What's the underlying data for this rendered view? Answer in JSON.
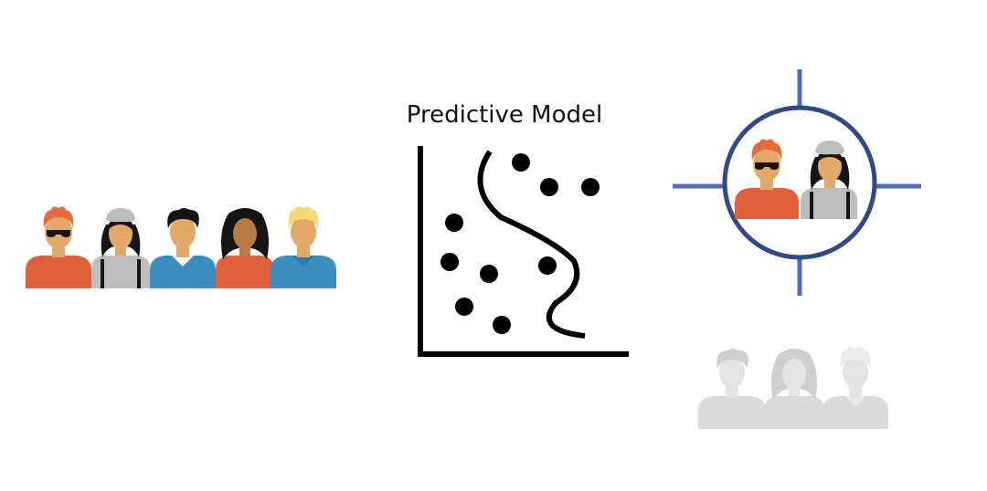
{
  "model": {
    "title": "Predictive Model"
  },
  "colors": {
    "target_ring": "#2f4a8a",
    "crosshair": "#4a6fb8",
    "skin": "#e3a968",
    "skin_dark": "#b87a45",
    "shirt_orange": "#e0603a",
    "shirt_gray": "#bdbdbd",
    "shirt_blue": "#3a8fc0",
    "hair_orange": "#e66a3a",
    "hair_black": "#151515",
    "hair_blonde": "#f3d978",
    "faded_gray": "#c9c9c9"
  },
  "population": {
    "count": 5,
    "people": [
      "person-1",
      "person-2",
      "person-3",
      "person-4",
      "person-5"
    ]
  },
  "targeted": {
    "people": [
      "person-1",
      "person-2"
    ]
  },
  "not_targeted": {
    "people": [
      "person-3",
      "person-4",
      "person-5"
    ]
  }
}
